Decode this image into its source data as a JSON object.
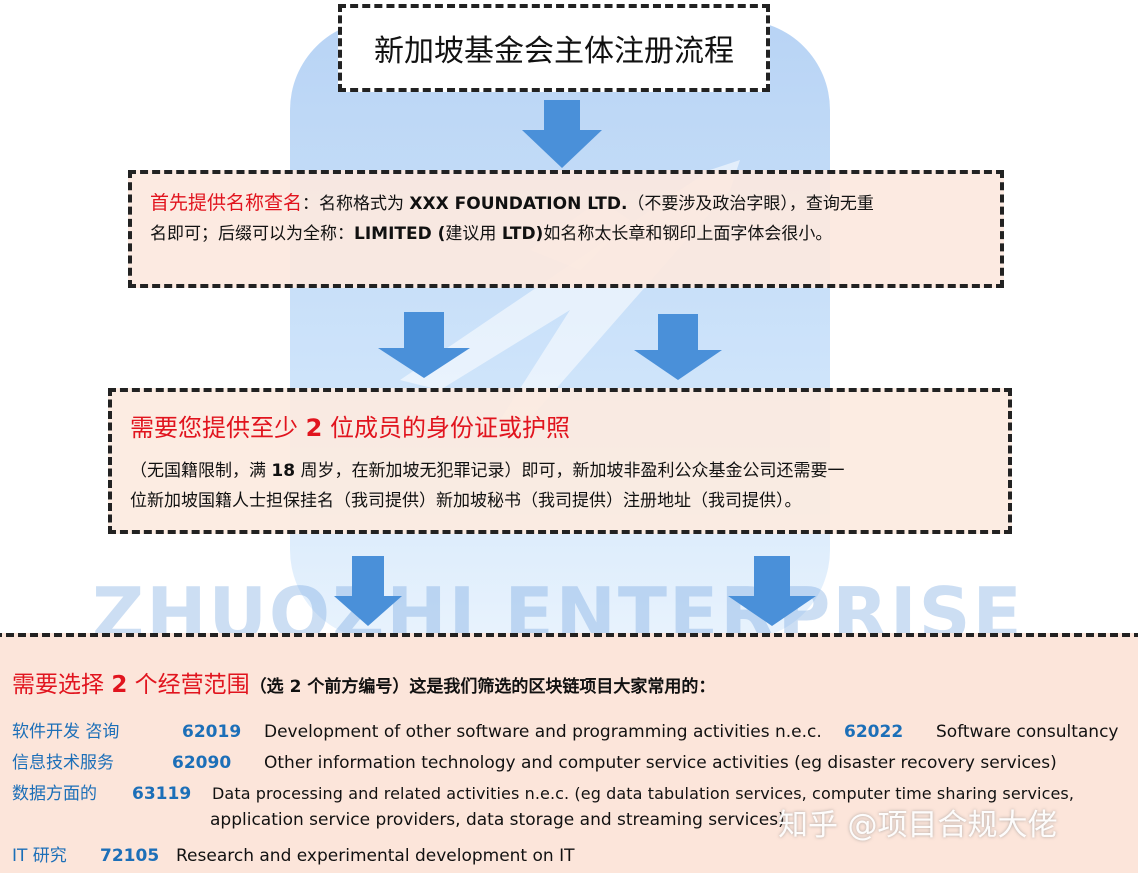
{
  "title": "新加坡基金会主体注册流程",
  "watermark": "ZHUOZHI ENTERPRISE",
  "step1": {
    "highlight": "首先提供名称查名",
    "text_a": "：名称格式为 ",
    "format": "XXX FOUNDATION LTD.",
    "text_b": "（不要涉及政治字眼），查询无重",
    "line2_a": "名即可；后缀可以为全称：",
    "limited": "LIMITED (",
    "line2_b": "建议用 ",
    "ltd": "LTD)",
    "line2_c": "如名称太长章和钢印上面字体会很小。"
  },
  "step2": {
    "heading_a": "需要您提供至少 ",
    "heading_num": "2",
    "heading_b": " 位成员的身份证或护照",
    "line1_a": "（无国籍限制，满 ",
    "line1_num": "18",
    "line1_b": " 周岁，在新加坡无犯罪记录）即可，新加坡非盈利公众基金公司还需要一",
    "line2": "位新加坡国籍人士担保挂名（我司提供）新加坡秘书（我司提供）注册地址（我司提供）。"
  },
  "step3": {
    "heading_a": "需要选择 ",
    "heading_num": "2",
    "heading_b": " 个经营范围",
    "sub_a": "（选 ",
    "sub_num": "2",
    "sub_b": " 个前方编号）这是我们筛选的区块链项目大家常用的：",
    "rows": [
      {
        "label": "软件开发 咨询",
        "code": "62019",
        "desc": "Development of other software and programming activities n.e.c.",
        "code2": "62022",
        "desc2": "Software consultancy"
      },
      {
        "label": "信息技术服务",
        "code": "62090",
        "desc": "Other information technology and computer service activities (eg disaster recovery services)"
      },
      {
        "label": "数据方面的",
        "code": "63119",
        "desc": "Data processing and related activities n.e.c. (eg data tabulation services, computer time sharing services,",
        "desc_line2": "application service providers, data storage and streaming services)"
      },
      {
        "label": "IT 研究",
        "code": "72105",
        "desc": "Research and experimental development on IT"
      }
    ]
  },
  "credit": "知乎 @项目合规大佬",
  "colors": {
    "red": "#e1141e",
    "blue": "#1c6fb8",
    "arrow": "#4a90d9",
    "box_fill": "#fce8de"
  }
}
